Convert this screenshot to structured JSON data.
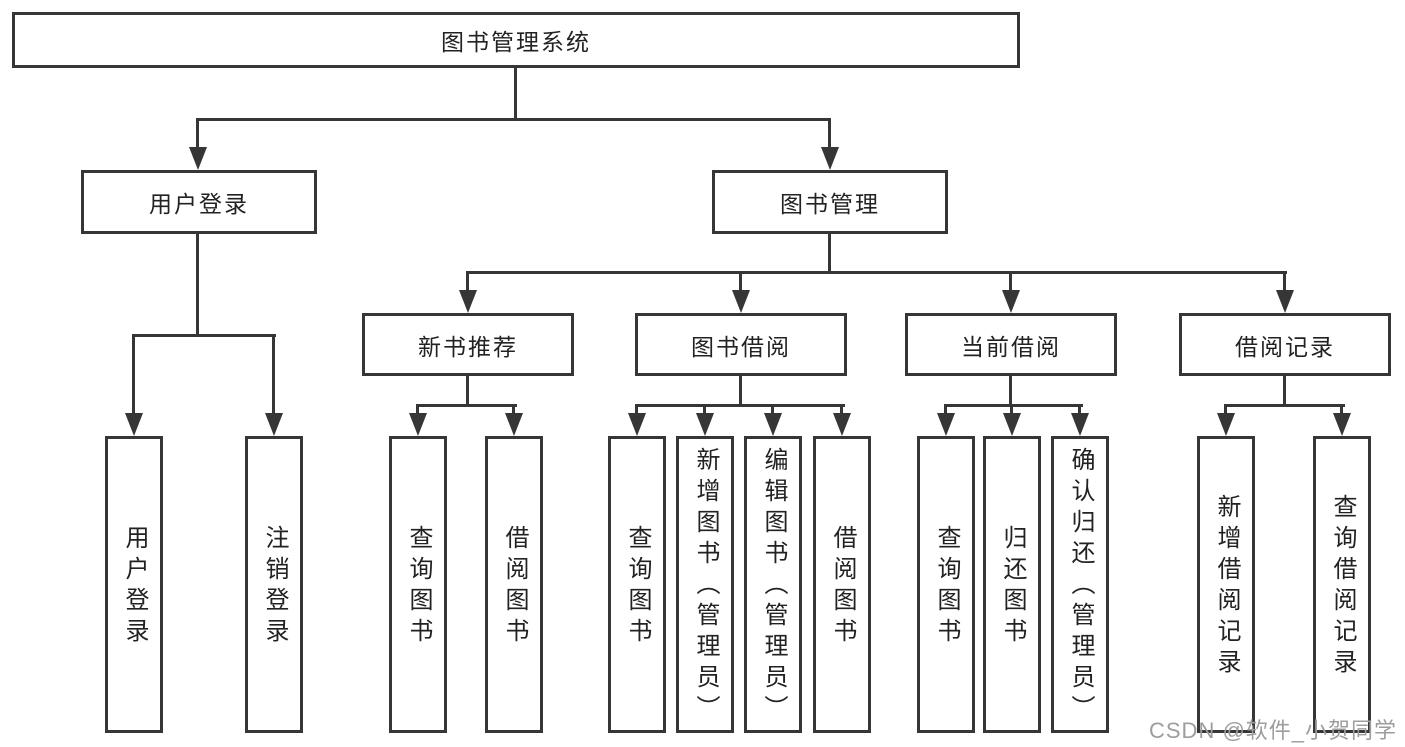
{
  "diagram": {
    "root": {
      "label": "图书管理系统"
    },
    "level2": [
      {
        "label": "用户登录"
      },
      {
        "label": "图书管理"
      }
    ],
    "level3": [
      {
        "label": "新书推荐"
      },
      {
        "label": "图书借阅"
      },
      {
        "label": "当前借阅"
      },
      {
        "label": "借阅记录"
      }
    ],
    "leaves": {
      "user_login": [
        "用户登录",
        "注销登录"
      ],
      "new_book": [
        "查询图书",
        "借阅图书"
      ],
      "book_borrow": [
        "查询图书",
        "新增图书（管理员）",
        "编辑图书（管理员）",
        "借阅图书"
      ],
      "current_borrow": [
        "查询图书",
        "归还图书",
        "确认归还（管理员）"
      ],
      "borrow_records": [
        "新增借阅记录",
        "查询借阅记录"
      ]
    }
  },
  "watermark": "CSDN @软件_小贺同学",
  "colors": {
    "line": "#363636",
    "text": "#222222",
    "background": "#ffffff",
    "watermark": "#9d9d9d"
  }
}
